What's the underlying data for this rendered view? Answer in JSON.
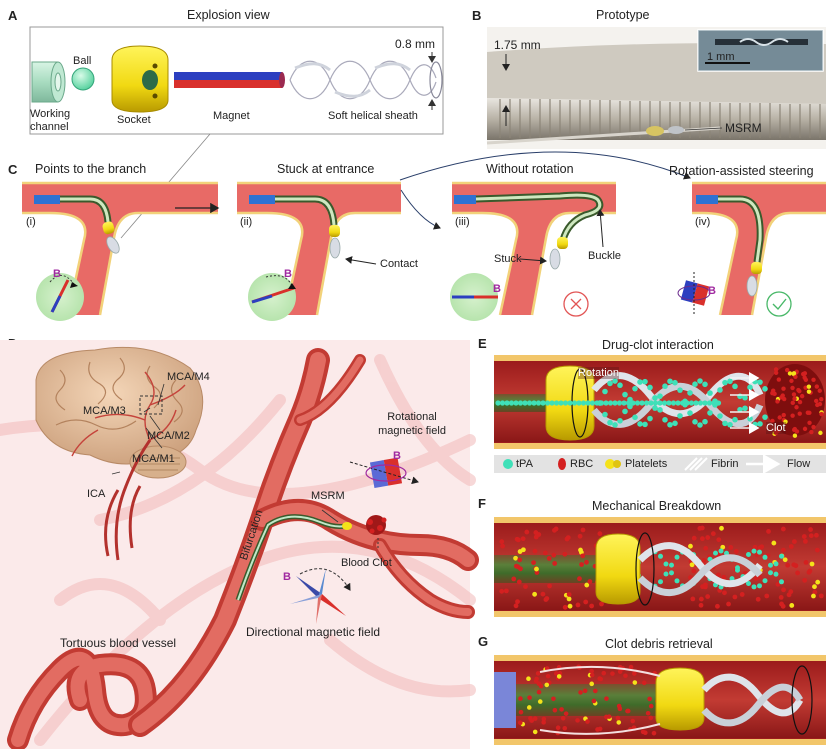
{
  "panels": {
    "A": {
      "letter": "A",
      "title": "Explosion view",
      "dim": "0.8 mm",
      "parts": [
        "Working channel",
        "Ball",
        "Socket",
        "Magnet",
        "Soft helical sheath"
      ]
    },
    "B": {
      "letter": "B",
      "title": "Prototype",
      "dim": "1.75 mm",
      "scale": "1 mm",
      "label": "MSRM"
    },
    "C": {
      "letter": "C",
      "steps": [
        {
          "num": "(i)",
          "title": "Points to the branch"
        },
        {
          "num": "(ii)",
          "title": "Stuck at entrance",
          "note": "Contact"
        },
        {
          "num": "(iii)",
          "title": "Without rotation",
          "note1": "Stuck",
          "note2": "Buckle"
        },
        {
          "num": "(iv)",
          "title": "Rotation-assisted steering"
        }
      ],
      "field_symbol": "B"
    },
    "D": {
      "letter": "D",
      "labels": {
        "mca_m4": "MCA/M4",
        "mca_m3": "MCA/M3",
        "mca_m2": "MCA/M2",
        "mca_m1": "MCA/M1",
        "ica": "ICA",
        "bifurcation": "Bifurcation",
        "msrm": "MSRM",
        "clot": "Blood Clot",
        "rot_field": "Rotational magnetic field",
        "dir_field": "Directional magnetic field",
        "tortuous": "Tortuous blood vessel",
        "field_symbol": "B"
      }
    },
    "E": {
      "letter": "E",
      "title": "Drug-clot interaction",
      "rotation": "Rotation",
      "clot": "Clot",
      "legend": [
        "tPA",
        "RBC",
        "Platelets",
        "Fibrin",
        "Flow"
      ]
    },
    "F": {
      "letter": "F",
      "title": "Mechanical Breakdown"
    },
    "G": {
      "letter": "G",
      "title": "Clot  debris retrieval"
    }
  },
  "colors": {
    "vessel": "#e8595a",
    "vessel_light": "#f08a86",
    "magnet_red": "#d9302c",
    "magnet_blue": "#2c3fc0",
    "socket": "#f5e21a",
    "tpa": "#3fe0b8",
    "accent": "#a02aa0"
  }
}
